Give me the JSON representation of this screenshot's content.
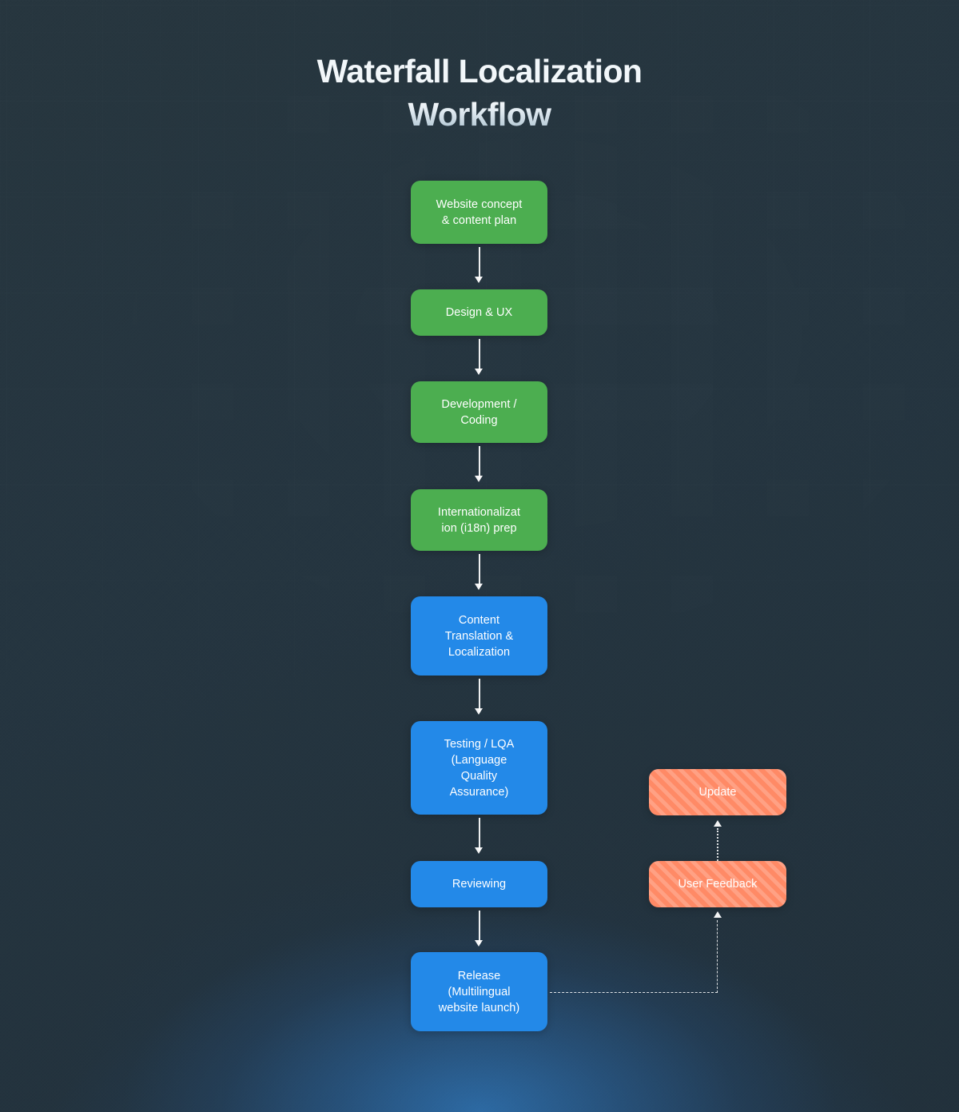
{
  "title": {
    "line1": "Waterfall Localization",
    "line2": "Workflow"
  },
  "colors": {
    "background": "#26353f",
    "stage_green": "#4cae50",
    "stage_blue": "#2389e8",
    "feedback_orange": "#ff8a66",
    "connector": "#ffffff",
    "glow_blue": "#307cc4"
  },
  "diagram": {
    "type": "flowchart",
    "orientation": "top-to-bottom",
    "main_flow": [
      {
        "id": "concept",
        "label": "Website concept & content plan",
        "color": "green",
        "lines": [
          "Website concept",
          "& content plan"
        ]
      },
      {
        "id": "design",
        "label": "Design & UX",
        "color": "green",
        "lines": [
          "Design & UX"
        ]
      },
      {
        "id": "dev",
        "label": "Development / Coding",
        "color": "green",
        "lines": [
          "Development /",
          "Coding"
        ]
      },
      {
        "id": "i18n",
        "label": "Internationalization (i18n) prep",
        "color": "green",
        "lines": [
          "Internationalizat",
          "ion (i18n) prep"
        ]
      },
      {
        "id": "translate",
        "label": "Content Translation & Localization",
        "color": "blue",
        "lines": [
          "Content",
          "Translation &",
          "Localization"
        ]
      },
      {
        "id": "lqa",
        "label": "Testing / LQA (Language Quality Assurance)",
        "color": "blue",
        "lines": [
          "Testing / LQA",
          "(Language",
          "Quality",
          "Assurance)"
        ]
      },
      {
        "id": "review",
        "label": "Reviewing",
        "color": "blue",
        "lines": [
          "Reviewing"
        ]
      },
      {
        "id": "release",
        "label": "Release (Multilingual website launch)",
        "color": "blue",
        "lines": [
          "Release",
          "(Multilingual",
          "website launch)"
        ]
      }
    ],
    "feedback_loop": [
      {
        "id": "update",
        "label": "Update",
        "color": "orange",
        "style": "hatched",
        "lines": [
          "Update"
        ]
      },
      {
        "id": "feedback",
        "label": "User Feedback",
        "color": "orange",
        "style": "hatched",
        "lines": [
          "User Feedback"
        ]
      }
    ],
    "connectors": [
      {
        "from": "concept",
        "to": "design",
        "style": "solid-arrow"
      },
      {
        "from": "design",
        "to": "dev",
        "style": "solid-arrow"
      },
      {
        "from": "dev",
        "to": "i18n",
        "style": "solid-arrow"
      },
      {
        "from": "i18n",
        "to": "translate",
        "style": "solid-arrow"
      },
      {
        "from": "translate",
        "to": "lqa",
        "style": "solid-arrow"
      },
      {
        "from": "lqa",
        "to": "review",
        "style": "solid-arrow"
      },
      {
        "from": "review",
        "to": "release",
        "style": "solid-arrow"
      },
      {
        "from": "release",
        "to": "feedback",
        "style": "dashed-elbow-arrow"
      },
      {
        "from": "feedback",
        "to": "update",
        "style": "dotted-arrow"
      }
    ]
  }
}
